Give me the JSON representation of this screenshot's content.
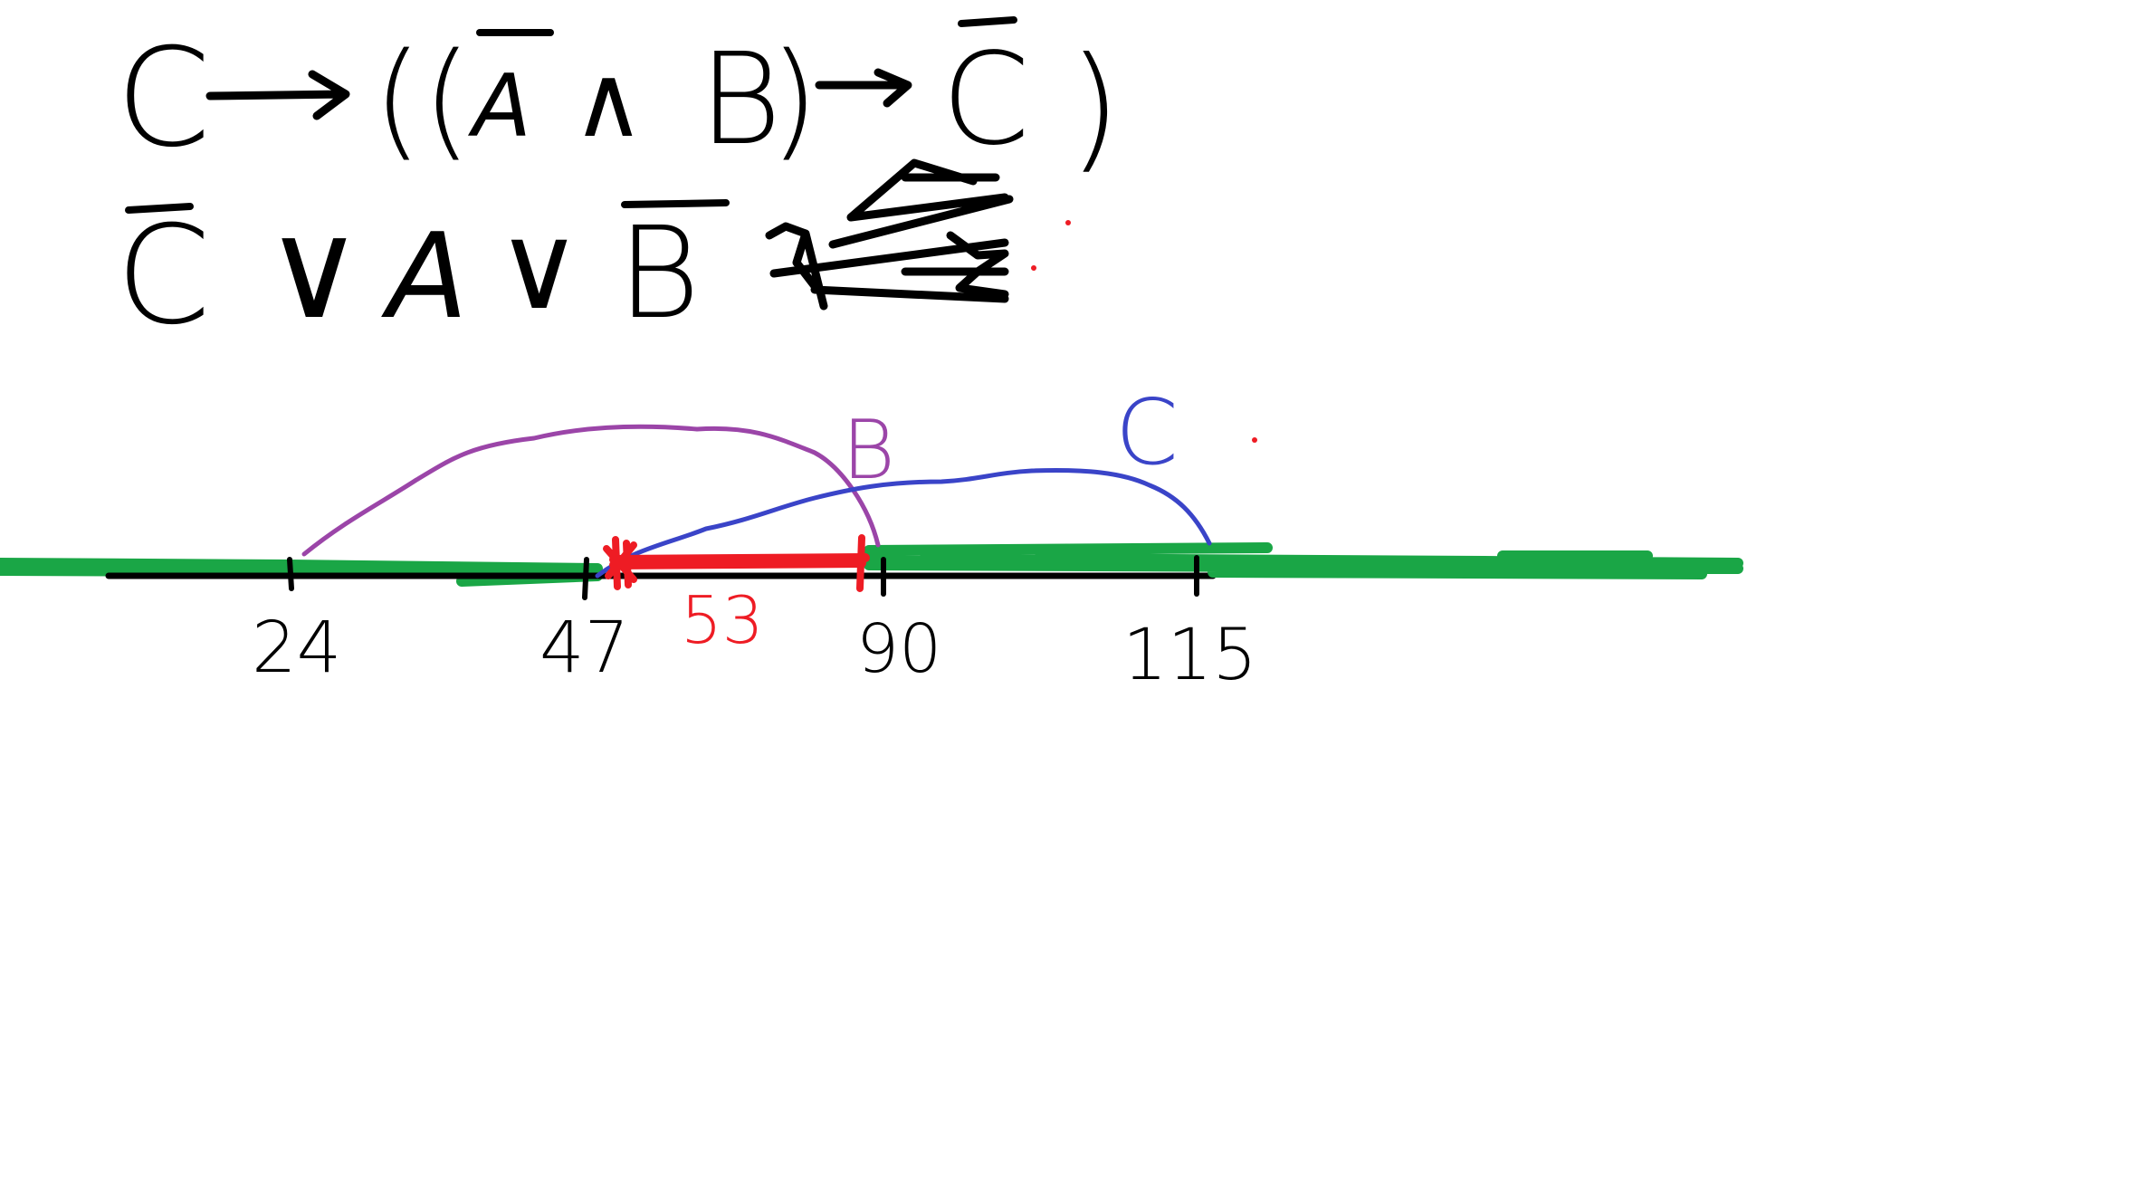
{
  "colors": {
    "ink": "#000000",
    "segment_B": "#9b45a8",
    "segment_C": "#3a44c8",
    "answer": "#1aa646",
    "highlight": "#ee1c24"
  },
  "formula_1": {
    "c": "C",
    "arrow1": "→",
    "paren_open": "((",
    "a": "A",
    "and": "∧",
    "b": "B",
    "paren_close_1": ")",
    "arrow2": "→",
    "c_neg": "C",
    "paren_close_2": ")"
  },
  "formula_2": {
    "c": "C",
    "or1": "∨",
    "a": "A",
    "or2": "∨",
    "b": "B"
  },
  "number_line": {
    "ticks": [
      "24",
      "47",
      "90",
      "115"
    ]
  },
  "segment_labels": {
    "b": "B",
    "c": "C"
  },
  "red_annotation": "53"
}
